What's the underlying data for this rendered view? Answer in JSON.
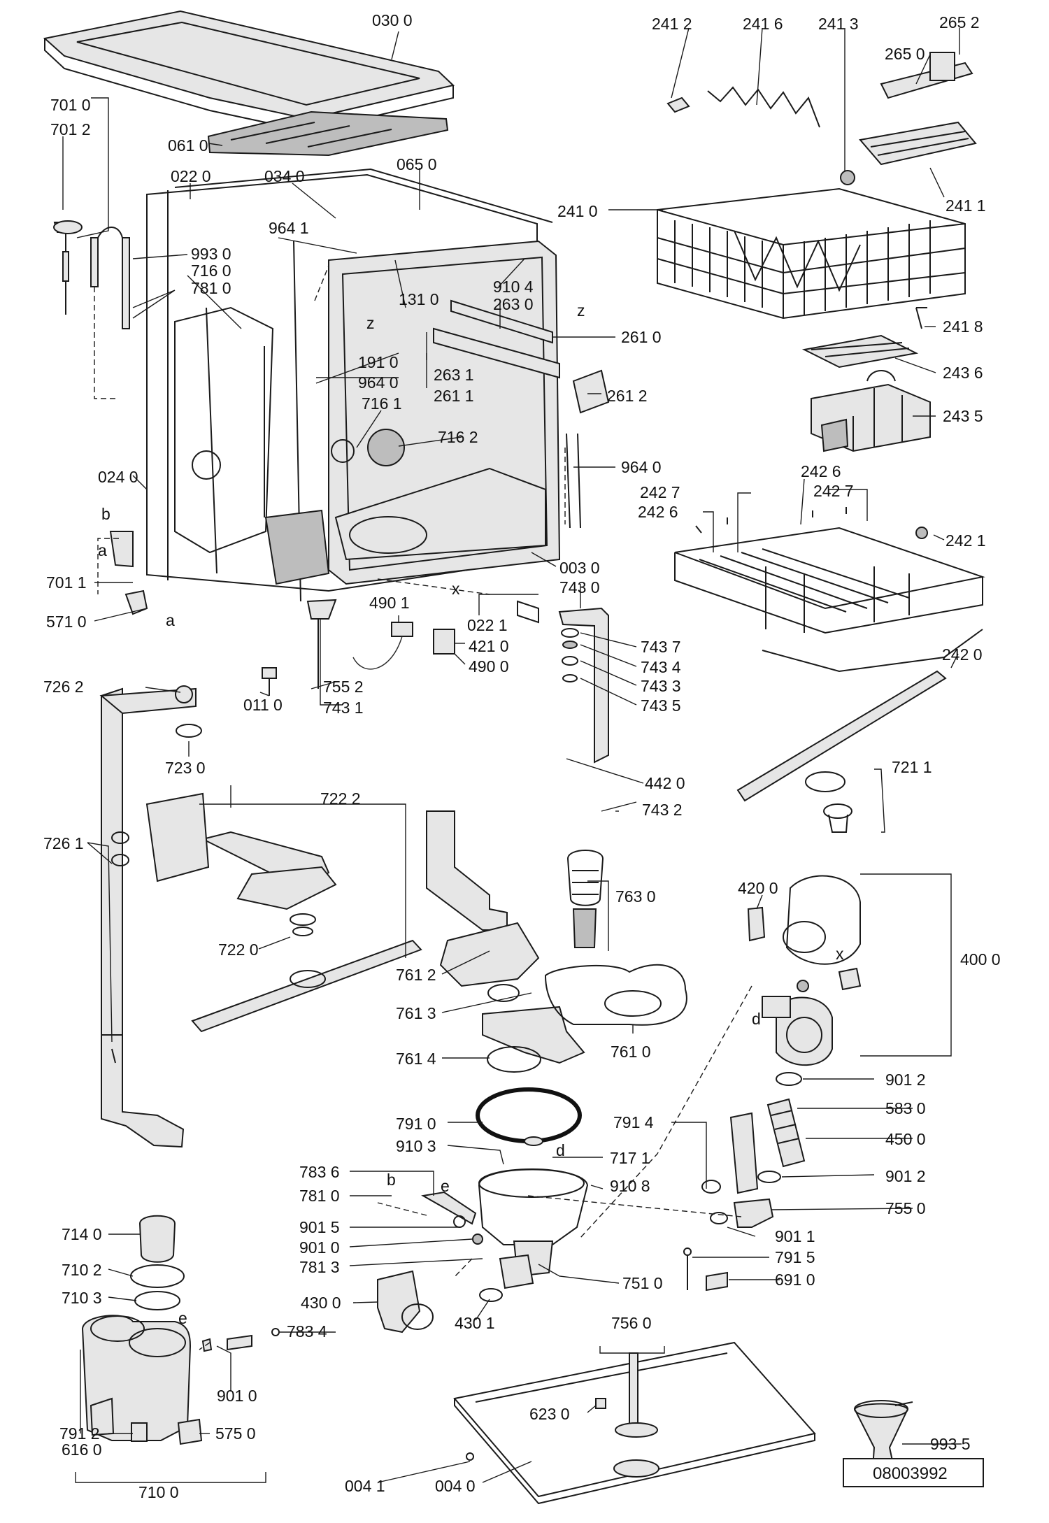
{
  "drawing_number": "08003992",
  "letters": [
    "z",
    "z",
    "b",
    "a",
    "a",
    "x",
    "x",
    "d",
    "d",
    "b",
    "e",
    "e"
  ],
  "labels": [
    "030 0",
    "061 0",
    "022 0",
    "034 0",
    "065 0",
    "701 0",
    "701 2",
    "964 1",
    "993 0",
    "716 0",
    "781 0",
    "131 0",
    "910 4",
    "263 0",
    "261 0",
    "191 0",
    "964 0",
    "263 1",
    "261 1",
    "261 2",
    "716 1",
    "716 2",
    "964 0",
    "024 0",
    "003 0",
    "701 1",
    "571 0",
    "743 0",
    "022 1",
    "490 1",
    "421 0",
    "490 0",
    "743 7",
    "743 4",
    "743 3",
    "743 5",
    "011 0",
    "755 2",
    "743 1",
    "241 2",
    "241 6",
    "241 3",
    "265 2",
    "265 0",
    "241 1",
    "241 0",
    "241 8",
    "243 6",
    "243 5",
    "242 6",
    "242 7",
    "242 7",
    "242 6",
    "242 1",
    "242 0",
    "726 2",
    "723 0",
    "722 2",
    "726 1",
    "722 0",
    "442 0",
    "743 2",
    "721 1",
    "763 0",
    "420 0",
    "400 0",
    "761 2",
    "761 3",
    "761 4",
    "761 0",
    "901 2",
    "583 0",
    "450 0",
    "901 2",
    "791 0",
    "791 4",
    "910 3",
    "717 1",
    "910 8",
    "783 6",
    "781 0",
    "901 5",
    "901 0",
    "781 3",
    "755 0",
    "901 1",
    "791 5",
    "751 0",
    "691 0",
    "714 0",
    "710 2",
    "710 3",
    "430 0",
    "430 1",
    "783 4",
    "756 0",
    "993 5",
    "901 0",
    "575 0",
    "623 0",
    "791 2",
    "616 0",
    "710 0",
    "004 1",
    "004 0"
  ]
}
